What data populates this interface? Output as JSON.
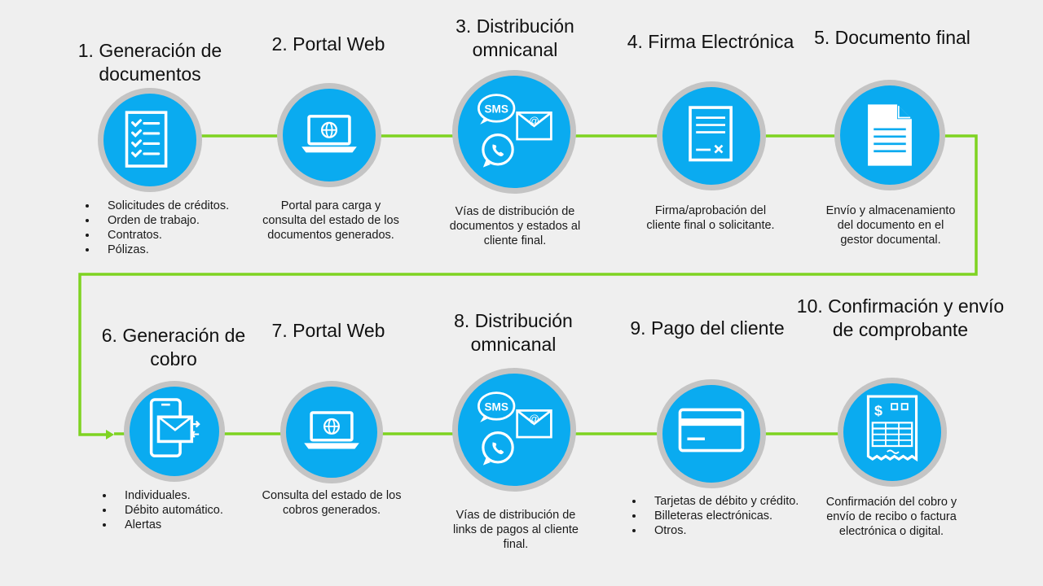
{
  "steps": [
    {
      "title": "1. Generación de documentos",
      "icon": "checklist-icon",
      "bullets": [
        "Solicitudes de créditos.",
        "Orden de trabajo.",
        "Contratos.",
        "Pólizas."
      ]
    },
    {
      "title": "2. Portal Web",
      "icon": "laptop-globe-icon",
      "text": "Portal para carga y consulta del estado de los documentos generados."
    },
    {
      "title": "3. Distribución omnicanal",
      "icon": "sms-email-whatsapp-icon",
      "icon_text": "SMS",
      "text": "Vías de distribución de documentos y estados al cliente final."
    },
    {
      "title": "4. Firma Electrónica",
      "icon": "signature-document-icon",
      "text": "Firma/aprobación del cliente final o solicitante."
    },
    {
      "title": "5. Documento final",
      "icon": "document-icon",
      "text": "Envío y almacenamiento del documento en el gestor documental."
    },
    {
      "title": "6. Generación de cobro",
      "icon": "phone-email-icon",
      "bullets": [
        "Individuales.",
        "Débito automático.",
        "Alertas"
      ]
    },
    {
      "title": "7. Portal Web",
      "icon": "laptop-globe-icon",
      "text": "Consulta del estado de los cobros generados."
    },
    {
      "title": "8. Distribución omnicanal",
      "icon": "sms-email-whatsapp-icon",
      "icon_text": "SMS",
      "text": "Vías de distribución de links de pagos al cliente final."
    },
    {
      "title": "9. Pago del cliente",
      "icon": "credit-card-icon",
      "bullets": [
        "Tarjetas de débito y crédito.",
        "Billeteras electrónicas.",
        "Otros."
      ]
    },
    {
      "title": "10. Confirmación y envío de comprobante",
      "icon": "invoice-receipt-icon",
      "text": "Confirmación del cobro y envío de recibo o factura electrónica o digital."
    }
  ],
  "colors": {
    "connector": "#7ed321",
    "circle_fill": "#0aabf0",
    "circle_ring": "#c4c4c4",
    "background": "#efefef"
  }
}
